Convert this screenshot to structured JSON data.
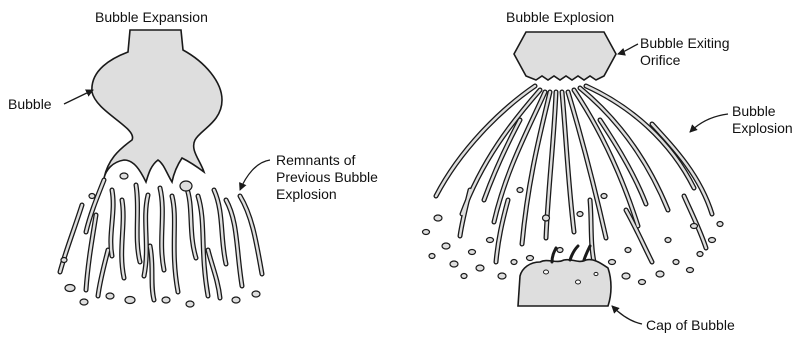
{
  "colors": {
    "fill": "#dedede",
    "stroke": "#1a1a1a"
  },
  "left_panel": {
    "title": "Bubble Expansion",
    "bubble_label": "Bubble",
    "remnants_label": [
      "Remnants of",
      "Previous Bubble",
      "Explosion"
    ]
  },
  "right_panel": {
    "title": "Bubble Explosion",
    "orifice_label": [
      "Bubble Exiting",
      "Orifice"
    ],
    "explosion_label": [
      "Bubble",
      "Explosion"
    ],
    "cap_label": "Cap of Bubble"
  }
}
